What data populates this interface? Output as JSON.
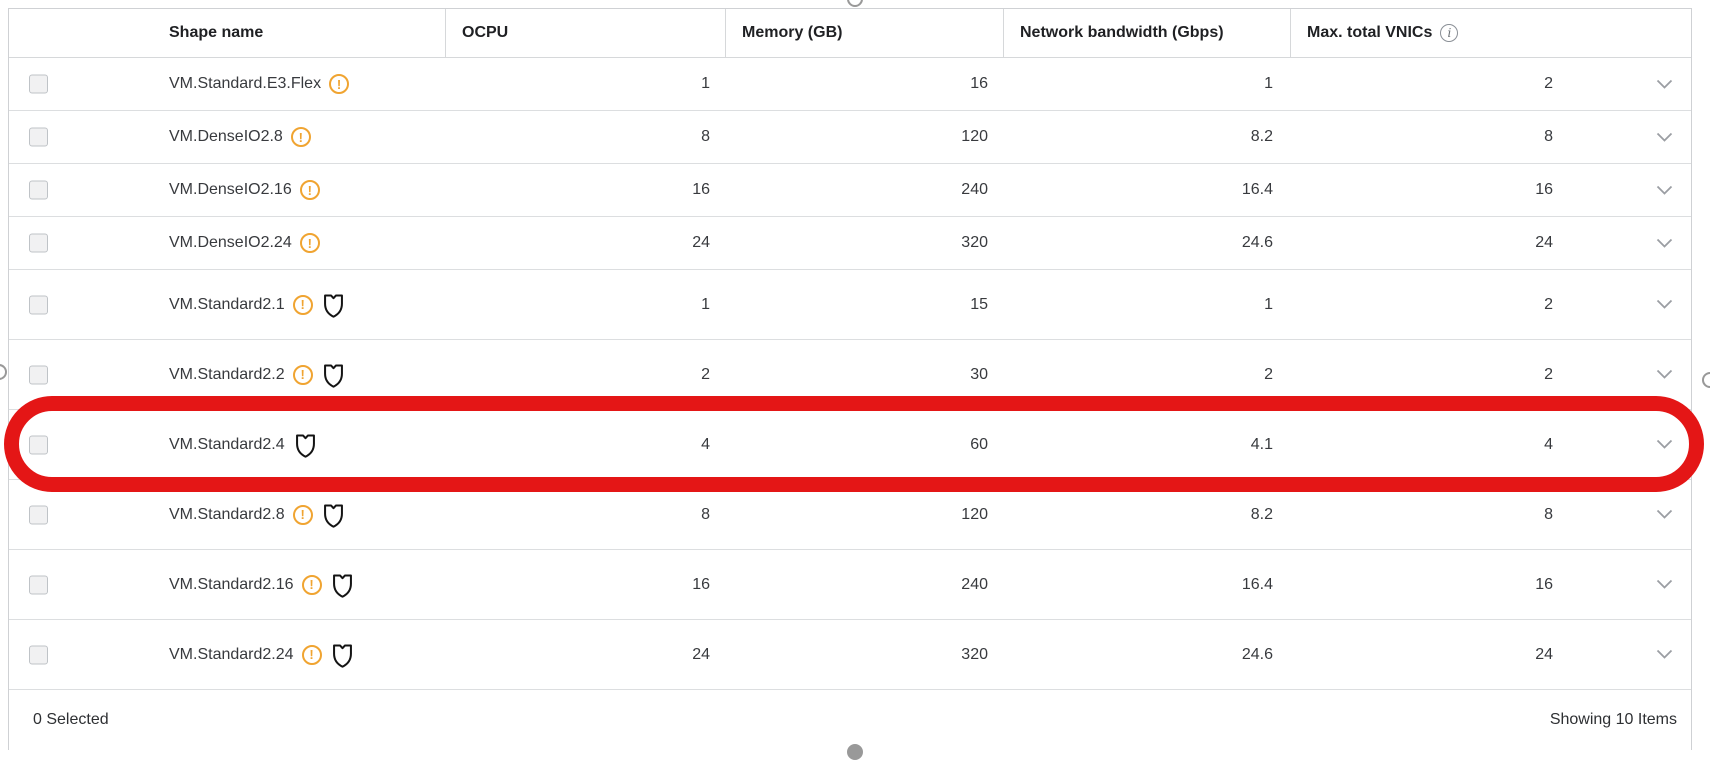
{
  "colors": {
    "annotation_red": "#e41616",
    "warning_orange": "#f0a431",
    "shield_black": "#141414",
    "border_gray": "#d6d8da"
  },
  "table": {
    "columns": {
      "name": "Shape name",
      "ocpu": "OCPU",
      "memory": "Memory (GB)",
      "bandwidth": "Network bandwidth (Gbps)",
      "vnics": "Max. total VNICs"
    },
    "vnics_info_glyph": "i",
    "warning_glyph": "!",
    "rows": [
      {
        "name": "VM.Standard.E3.Flex",
        "warning": true,
        "shield": false,
        "highlighted": false,
        "ocpu": "1",
        "memory": "16",
        "bandwidth": "1",
        "vnics": "2"
      },
      {
        "name": "VM.DenseIO2.8",
        "warning": true,
        "shield": false,
        "highlighted": false,
        "ocpu": "8",
        "memory": "120",
        "bandwidth": "8.2",
        "vnics": "8"
      },
      {
        "name": "VM.DenseIO2.16",
        "warning": true,
        "shield": false,
        "highlighted": false,
        "ocpu": "16",
        "memory": "240",
        "bandwidth": "16.4",
        "vnics": "16"
      },
      {
        "name": "VM.DenseIO2.24",
        "warning": true,
        "shield": false,
        "highlighted": false,
        "ocpu": "24",
        "memory": "320",
        "bandwidth": "24.6",
        "vnics": "24"
      },
      {
        "name": "VM.Standard2.1",
        "warning": true,
        "shield": true,
        "highlighted": false,
        "ocpu": "1",
        "memory": "15",
        "bandwidth": "1",
        "vnics": "2"
      },
      {
        "name": "VM.Standard2.2",
        "warning": true,
        "shield": true,
        "highlighted": false,
        "ocpu": "2",
        "memory": "30",
        "bandwidth": "2",
        "vnics": "2"
      },
      {
        "name": "VM.Standard2.4",
        "warning": false,
        "shield": true,
        "highlighted": true,
        "ocpu": "4",
        "memory": "60",
        "bandwidth": "4.1",
        "vnics": "4"
      },
      {
        "name": "VM.Standard2.8",
        "warning": true,
        "shield": true,
        "highlighted": false,
        "ocpu": "8",
        "memory": "120",
        "bandwidth": "8.2",
        "vnics": "8"
      },
      {
        "name": "VM.Standard2.16",
        "warning": true,
        "shield": true,
        "highlighted": false,
        "ocpu": "16",
        "memory": "240",
        "bandwidth": "16.4",
        "vnics": "16"
      },
      {
        "name": "VM.Standard2.24",
        "warning": true,
        "shield": true,
        "highlighted": false,
        "ocpu": "24",
        "memory": "320",
        "bandwidth": "24.6",
        "vnics": "24"
      }
    ],
    "footer": {
      "selected": "0 Selected",
      "showing": "Showing 10 Items"
    }
  }
}
